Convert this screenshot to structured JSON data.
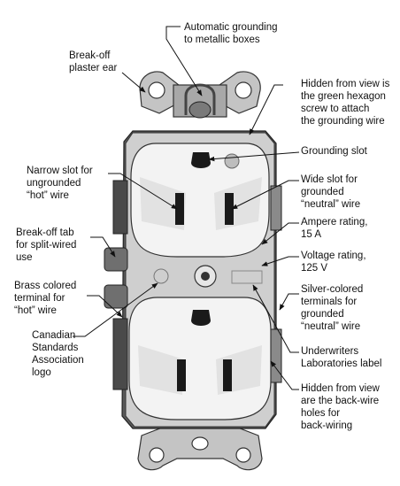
{
  "colors": {
    "ink": "#111111",
    "plate": "#bdbdbd",
    "plate_dark": "#6e6e6e",
    "housing": "#5a5a5a",
    "face": "#f2f2f2",
    "face_shade": "#d6d6d6",
    "slot": "#1a1a1a"
  },
  "callouts": {
    "automatic_grounding": [
      "Automatic grounding",
      "to metallic boxes"
    ],
    "plaster_ear": [
      "Break-off",
      "plaster ear"
    ],
    "hidden_hex_screw": [
      "Hidden from view is",
      "the green hexagon",
      "screw to attach",
      "the grounding wire"
    ],
    "grounding_slot": [
      "Grounding slot"
    ],
    "narrow_slot": [
      "Narrow slot for",
      "ungrounded",
      "“hot” wire"
    ],
    "wide_slot": [
      "Wide slot for",
      "grounded",
      "“neutral” wire"
    ],
    "ampere_rating": [
      "Ampere rating,",
      "15 A"
    ],
    "breakoff_tab": [
      "Break-off tab",
      "for split-wired",
      "use"
    ],
    "voltage_rating": [
      "Voltage rating,",
      "125 V"
    ],
    "brass_terminal": [
      "Brass colored",
      "terminal for",
      "“hot” wire"
    ],
    "silver_terminals": [
      "Silver-colored",
      "terminals for",
      "grounded",
      "“neutral” wire"
    ],
    "csa_logo": [
      "Canadian",
      "Standards",
      "Association",
      "logo"
    ],
    "ul_label": [
      "Underwriters",
      "Laboratories label"
    ],
    "backwire_holes": [
      "Hidden from view",
      "are the back-wire",
      "holes for",
      "back-wiring"
    ]
  }
}
